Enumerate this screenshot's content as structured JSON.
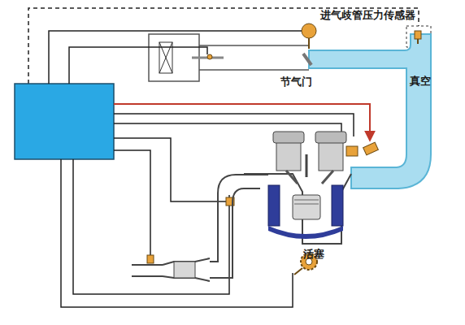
{
  "diagram": {
    "labels": [
      "进气歧管压力传感器",
      "节气门",
      "真空",
      "活塞"
    ]
  }
}
